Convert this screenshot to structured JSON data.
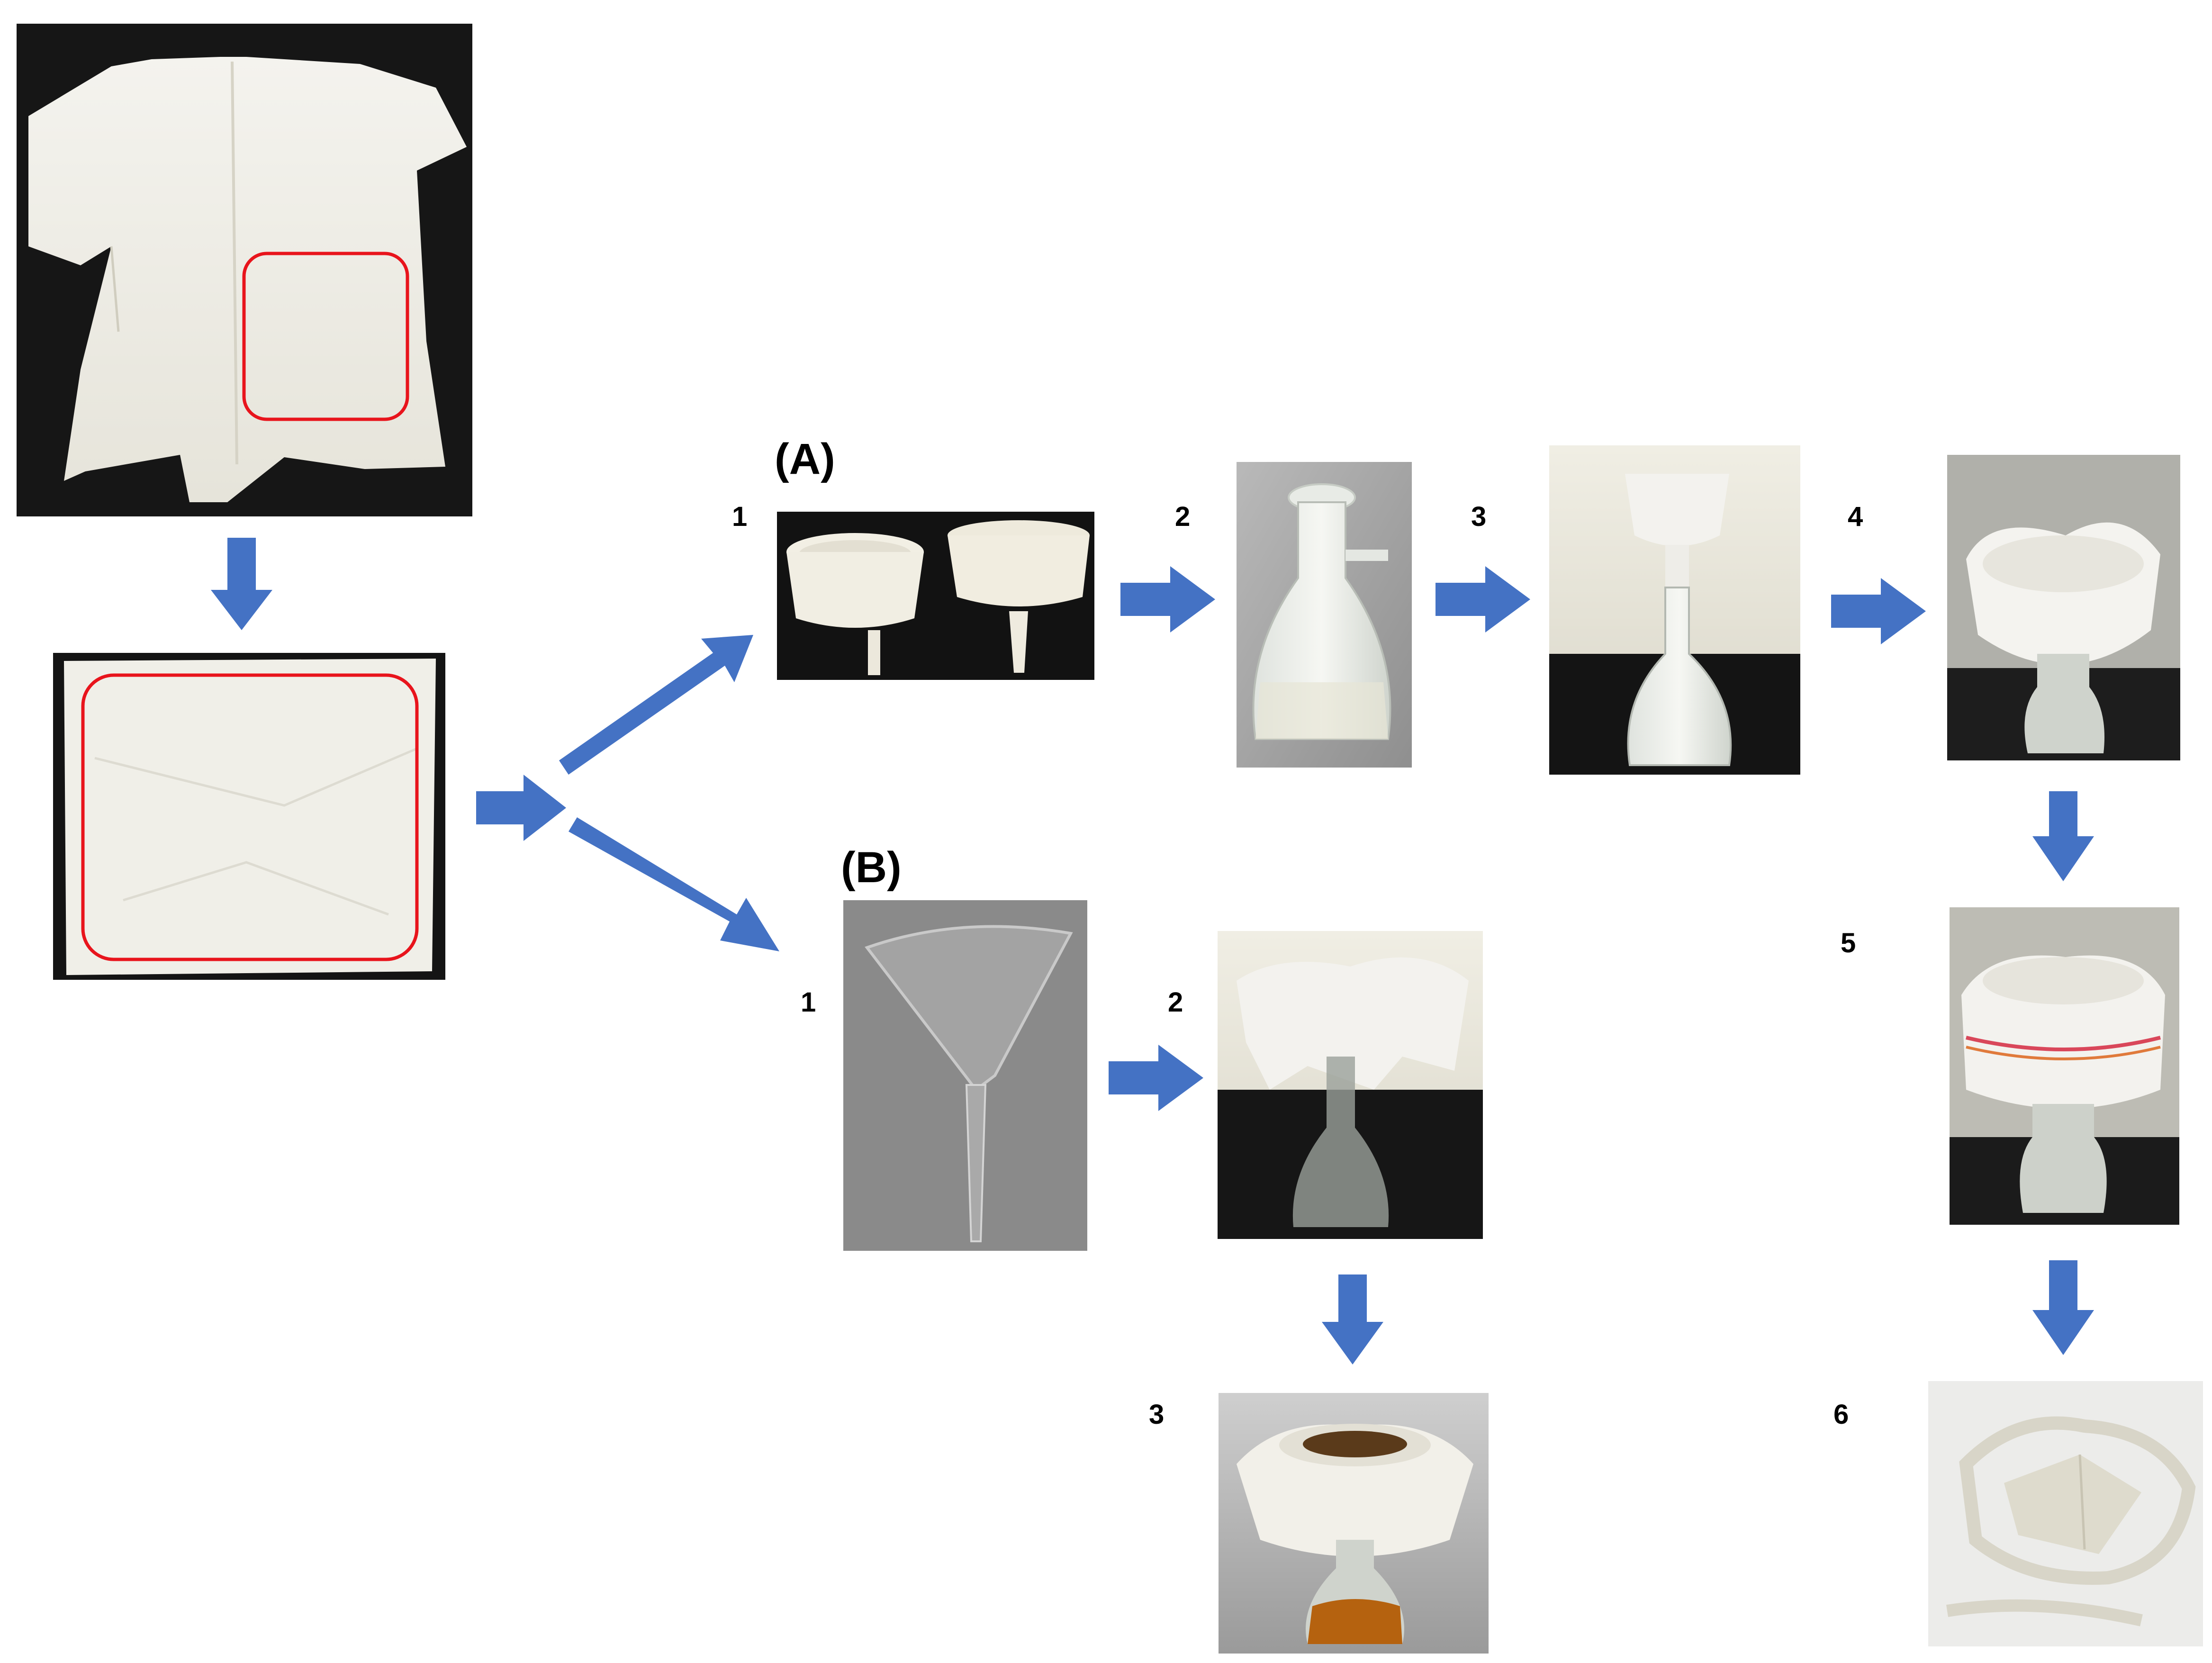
{
  "sections": {
    "a": {
      "label": "(A)"
    },
    "b": {
      "label": "(B)"
    }
  },
  "steps": {
    "a1": "1",
    "a2": "2",
    "a3": "3",
    "a4": "4",
    "a5": "5",
    "a6": "6",
    "b1": "1",
    "b2": "2",
    "b3": "3"
  },
  "colors": {
    "arrow": "#4472C4",
    "highlight": "#E8141C",
    "dark_surface": "#1a1a1a",
    "fabric": "#f1f0ea",
    "filtrate": "#b5620f"
  },
  "photos": [
    {
      "name": "lab-coat-photo",
      "depicts": "white lab coat with red box marking cut area"
    },
    {
      "name": "cut-fabric-photo",
      "depicts": "square piece of white fabric"
    },
    {
      "name": "buchner-funnel-photo",
      "depicts": "two white ceramic buchner funnels"
    },
    {
      "name": "filter-flask-photo",
      "depicts": "glass side-arm filter flask"
    },
    {
      "name": "funnel-on-flask-photo",
      "depicts": "buchner funnel on flask"
    },
    {
      "name": "fabric-in-funnel-photo",
      "depicts": "fabric placed in buchner funnel"
    },
    {
      "name": "fabric-secured-photo",
      "depicts": "fabric secured with rubber bands"
    },
    {
      "name": "used-fabric-photo",
      "depicts": "used fabric pieces after filtration"
    },
    {
      "name": "glass-funnel-photo",
      "depicts": "clear glass funnel"
    },
    {
      "name": "fabric-over-flask-photo",
      "depicts": "fabric draped over flask with glass funnel"
    },
    {
      "name": "filtration-result-photo",
      "depicts": "filtration with amber filtrate in flask"
    }
  ]
}
